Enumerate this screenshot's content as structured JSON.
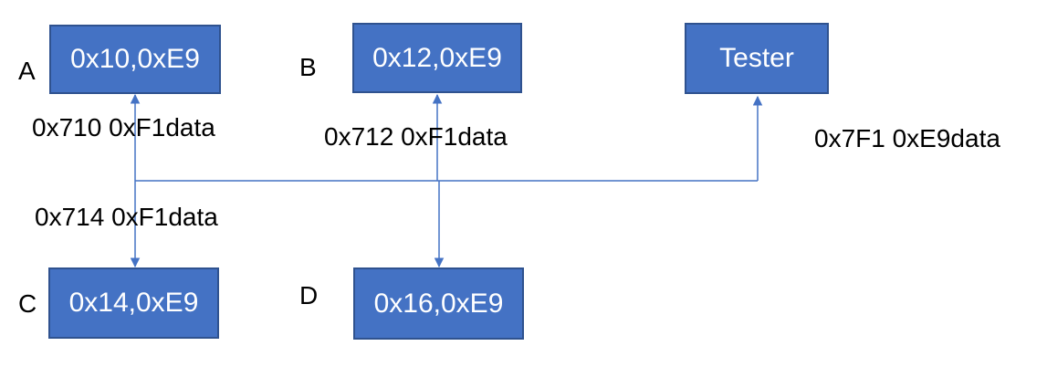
{
  "colors": {
    "box_fill": "#4472c4",
    "box_border": "#2f528f",
    "box_text": "#ffffff",
    "connector": "#4472c4",
    "label_text": "#000000"
  },
  "nodes": {
    "a": {
      "letter": "A",
      "label": "0x10,0xE9"
    },
    "b": {
      "letter": "B",
      "label": "0x12,0xE9"
    },
    "c": {
      "letter": "C",
      "label": "0x14,0xE9"
    },
    "d": {
      "letter": "D",
      "label": "0x16,0xE9"
    },
    "tester": {
      "label": "Tester"
    }
  },
  "edge_labels": {
    "a": "0x710 0xF1data",
    "b": "0x712 0xF1data",
    "c": "0x714 0xF1data",
    "tester": "0x7F1 0xE9data"
  }
}
